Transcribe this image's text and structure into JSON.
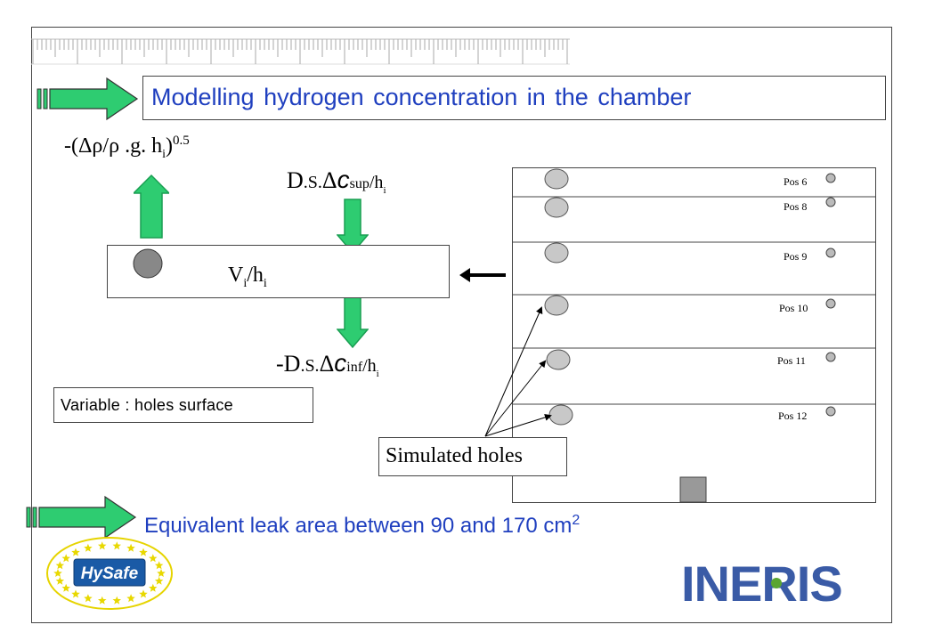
{
  "title": "Modelling  hydrogen  concentration  in  the  chamber",
  "formulas": {
    "buoyancy": {
      "prefix": "-(",
      "delta_rho": "Δρ",
      "slash": "/",
      "rho": "ρ",
      "mid": " .g. h",
      "sub": "i",
      "close": ")",
      "exp": "0.5"
    },
    "top_flux": {
      "d": "D",
      "s": ".S.",
      "delta": "Δ",
      "c": "c",
      "sub": "sup",
      "rest": "/h",
      "i": "i"
    },
    "volume": {
      "v": "V",
      "vi": "i",
      "slash": "/h",
      "hi": "i"
    },
    "bottom_flux": {
      "d": "-D",
      "s": ".S.",
      "delta": "Δ",
      "c": "c",
      "sub": "inf",
      "rest": "/h",
      "i": "i"
    }
  },
  "variable_label": "Variable : holes surface",
  "simulated_holes_label": "Simulated holes",
  "equivalent_leak": {
    "text": "Equivalent leak area between 90 and 170 cm",
    "exp": "2"
  },
  "positions": [
    "Pos 6",
    "Pos 8",
    "Pos 9",
    "Pos 10",
    "Pos 11",
    "Pos 12"
  ],
  "logos": {
    "hysafe": "HySafe",
    "ineris": "INERIS"
  },
  "colors": {
    "accent_blue": "#1f3fbf",
    "arrow_green": "#2ecc71",
    "arrow_green_dark": "#1a9e52",
    "hole_grey": "#c8c8c8",
    "sensor_grey": "#bbbbbb",
    "bulb_grey": "#888888",
    "ineris_blue": "#3a5ba6",
    "ineris_green": "#5aa531"
  }
}
